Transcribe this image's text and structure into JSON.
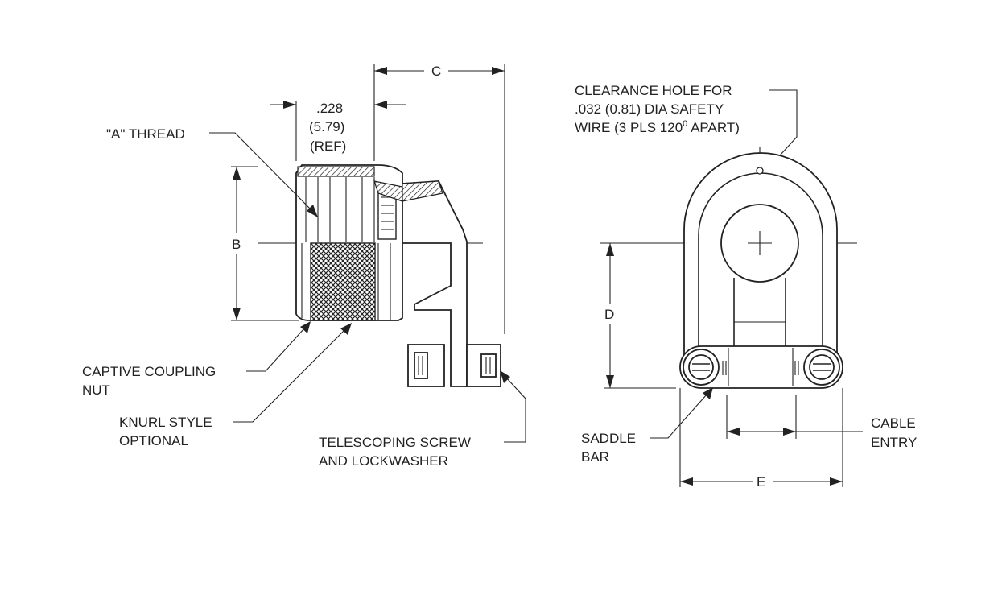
{
  "labels": {
    "dim_c": "C",
    "dim_228": ".228",
    "dim_579": "(5.79)",
    "dim_ref": "(REF)",
    "a_thread": "\"A\" THREAD",
    "dim_b": "B",
    "captive_line1": "CAPTIVE COUPLING",
    "captive_line2": "NUT",
    "knurl_line1": "KNURL STYLE",
    "knurl_line2": "OPTIONAL",
    "telescoping_line1": "TELESCOPING SCREW",
    "telescoping_line2": "AND LOCKWASHER",
    "clearance_line1": "CLEARANCE HOLE FOR",
    "clearance_line2": ".032 (0.81) DIA SAFETY",
    "clearance_line3": "WIRE (3 PLS 120",
    "clearance_sup": "0",
    "clearance_line3_end": " APART)",
    "dim_d": "D",
    "saddle_line1": "SADDLE",
    "saddle_line2": "BAR",
    "cable_line1": "CABLE",
    "cable_line2": "ENTRY",
    "dim_e": "E"
  }
}
